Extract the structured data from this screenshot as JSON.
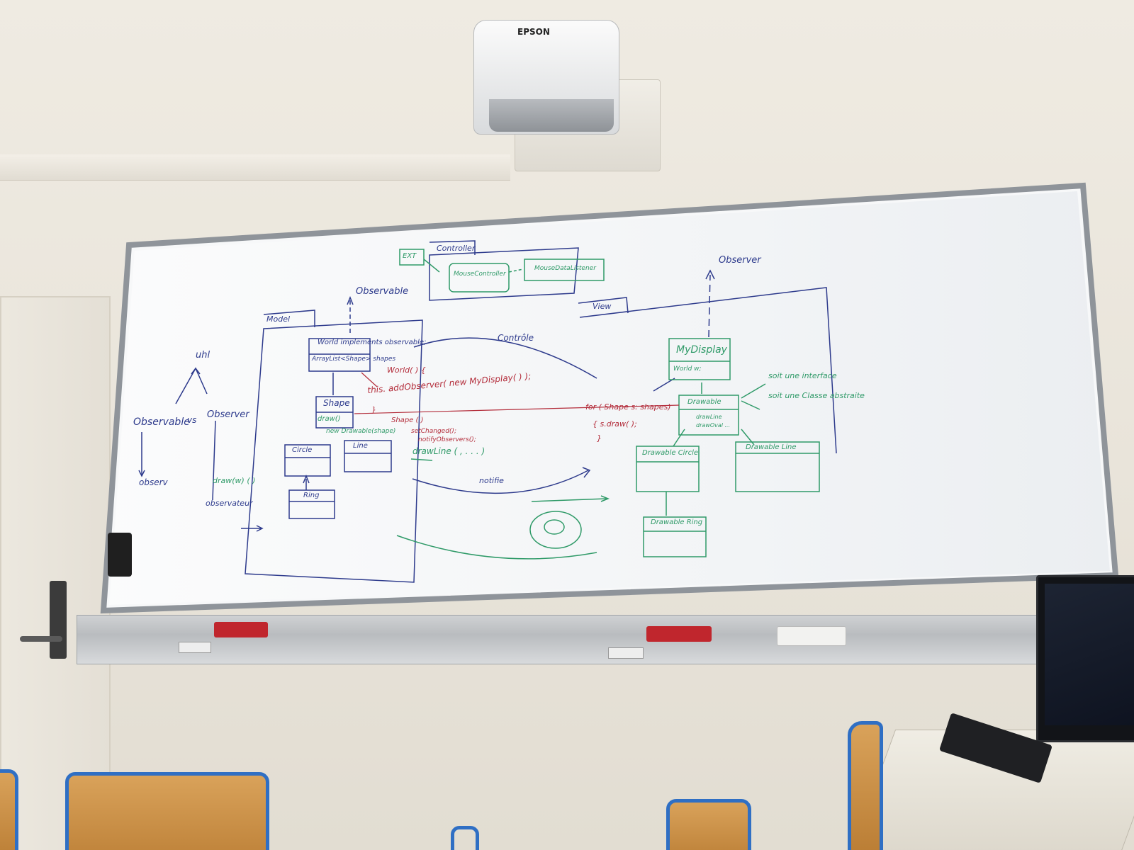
{
  "scene": {
    "projector_brand": "EPSON"
  },
  "whiteboard": {
    "left_diagram": {
      "top_label": "uhl",
      "observable": "Observable",
      "vs": "vs",
      "observer": "Observer",
      "obs_down": "observ",
      "observateur": "observateur",
      "draw_call": "draw(w) ( )"
    },
    "model": {
      "package": "Model",
      "observable_arrow": "Observable",
      "world_line1": "World implements observable;",
      "world_line2": "ArrayList<Shape> shapes",
      "shape": "Shape",
      "shape_draw": "draw()",
      "new_drawable": "new Drawable(shape)",
      "circle": "Circle",
      "line": "Line",
      "ring": "Ring"
    },
    "code": {
      "world_ctor": "World( ) {",
      "add_observer": "this. addObserver( new MyDisplay( ) );",
      "close_brace": "}",
      "shape_ctor": "Shape ( )",
      "set_changed": "setChanged();",
      "notify": "notifyObservers();",
      "draw_line": "drawLine ( , . . . )",
      "for_loop": "for ( Shape s: shapes)",
      "s_draw": "{ s.draw( );",
      "end": "}"
    },
    "controller": {
      "ext": "EXT",
      "package": "Controller",
      "mouse_controller": "MouseController",
      "mouse_listener": "MouseDataListener",
      "arc_label": "Contrôle",
      "notify_label": "notifie"
    },
    "view": {
      "package": "View",
      "observer_arrow": "Observer",
      "my_display": "MyDisplay",
      "world_w": "World w;",
      "drawable": "Drawable",
      "drawable_methods_1": "drawLine",
      "drawable_methods_2": "drawOval ...",
      "soit_interface": "soit une interface",
      "soit_abstract": "soit une Classe abstraite",
      "drawable_circle": "Drawable Circle",
      "drawable_line": "Drawable Line",
      "drawable_ring": "Drawable Ring"
    }
  }
}
